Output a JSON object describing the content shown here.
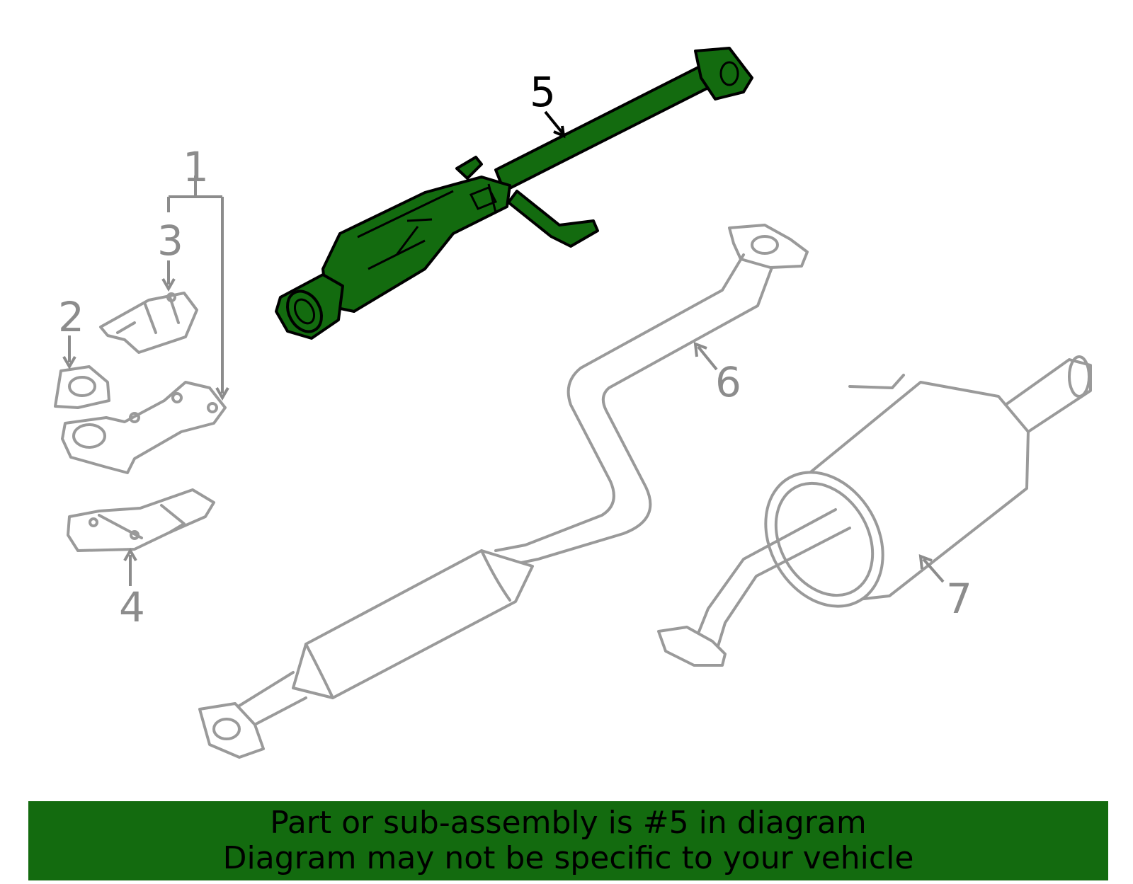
{
  "colors": {
    "highlight": "#136b0f",
    "outline_gray": "#9a9a9a",
    "banner_bg": "#136b0f",
    "banner_text": "#000000"
  },
  "callouts": [
    {
      "id": "1",
      "label": "1"
    },
    {
      "id": "2",
      "label": "2"
    },
    {
      "id": "3",
      "label": "3"
    },
    {
      "id": "4",
      "label": "4"
    },
    {
      "id": "5",
      "label": "5",
      "highlighted": true
    },
    {
      "id": "6",
      "label": "6"
    },
    {
      "id": "7",
      "label": "7"
    }
  ],
  "banner": {
    "line1": "Part or sub-assembly is #5 in diagram",
    "line2": "Diagram may not be specific to your vehicle"
  }
}
